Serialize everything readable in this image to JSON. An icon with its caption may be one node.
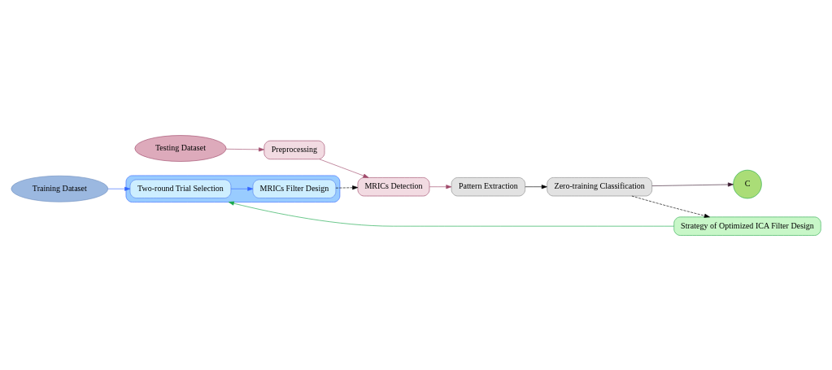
{
  "diagram": {
    "nodes": [
      {
        "text": [
          "Strategy of Optimized ICA Filter Design"
        ]
      },
      {
        "text": [
          "Training Dataset"
        ]
      },
      {
        "text": [],
        "shape": "box"
      },
      {
        "text": [
          "Two-round Trial Selection"
        ],
        "in": 2
      },
      {
        "text": [
          "MRICs Filter Design"
        ],
        "in": 2
      },
      {
        "text": [
          "Zero-training Classification"
        ]
      },
      {
        "text": [
          "C"
        ]
      },
      {
        "text": [
          "Testing Dataset"
        ]
      },
      {
        "text": [
          "Preprocessing"
        ]
      },
      {
        "text": [
          "MRICs Detection"
        ]
      },
      {
        "text": [
          "Pattern Extraction"
        ]
      }
    ],
    "edges": [
      {
        "from": 0,
        "to": 2,
        "arrow": "to",
        "color": "#16a84a"
      },
      {
        "from": 1,
        "to": 3,
        "arrow": "to",
        "color": "#3366ff"
      },
      {
        "from": 3,
        "to": 4,
        "arrow": "to",
        "color": "#3366ff"
      },
      {
        "from": 4,
        "to": 9,
        "arrow": "to",
        "style": "dashed",
        "color": "#000000"
      },
      {
        "from": 5,
        "to": 0,
        "arrow": "to",
        "style": "dashed",
        "color": "#000000"
      },
      {
        "from": 5,
        "to": 6,
        "arrow": "to",
        "color": "#3a1a30"
      },
      {
        "from": 7,
        "to": 8,
        "arrow": "to",
        "color": "#a04a6a"
      },
      {
        "from": 8,
        "to": 9,
        "arrow": "to",
        "color": "#a04a6a"
      },
      {
        "from": 9,
        "to": 10,
        "arrow": "to",
        "color": "#a04a6a"
      },
      {
        "from": 10,
        "to": 5,
        "arrow": "to",
        "color": "#000000"
      }
    ]
  }
}
